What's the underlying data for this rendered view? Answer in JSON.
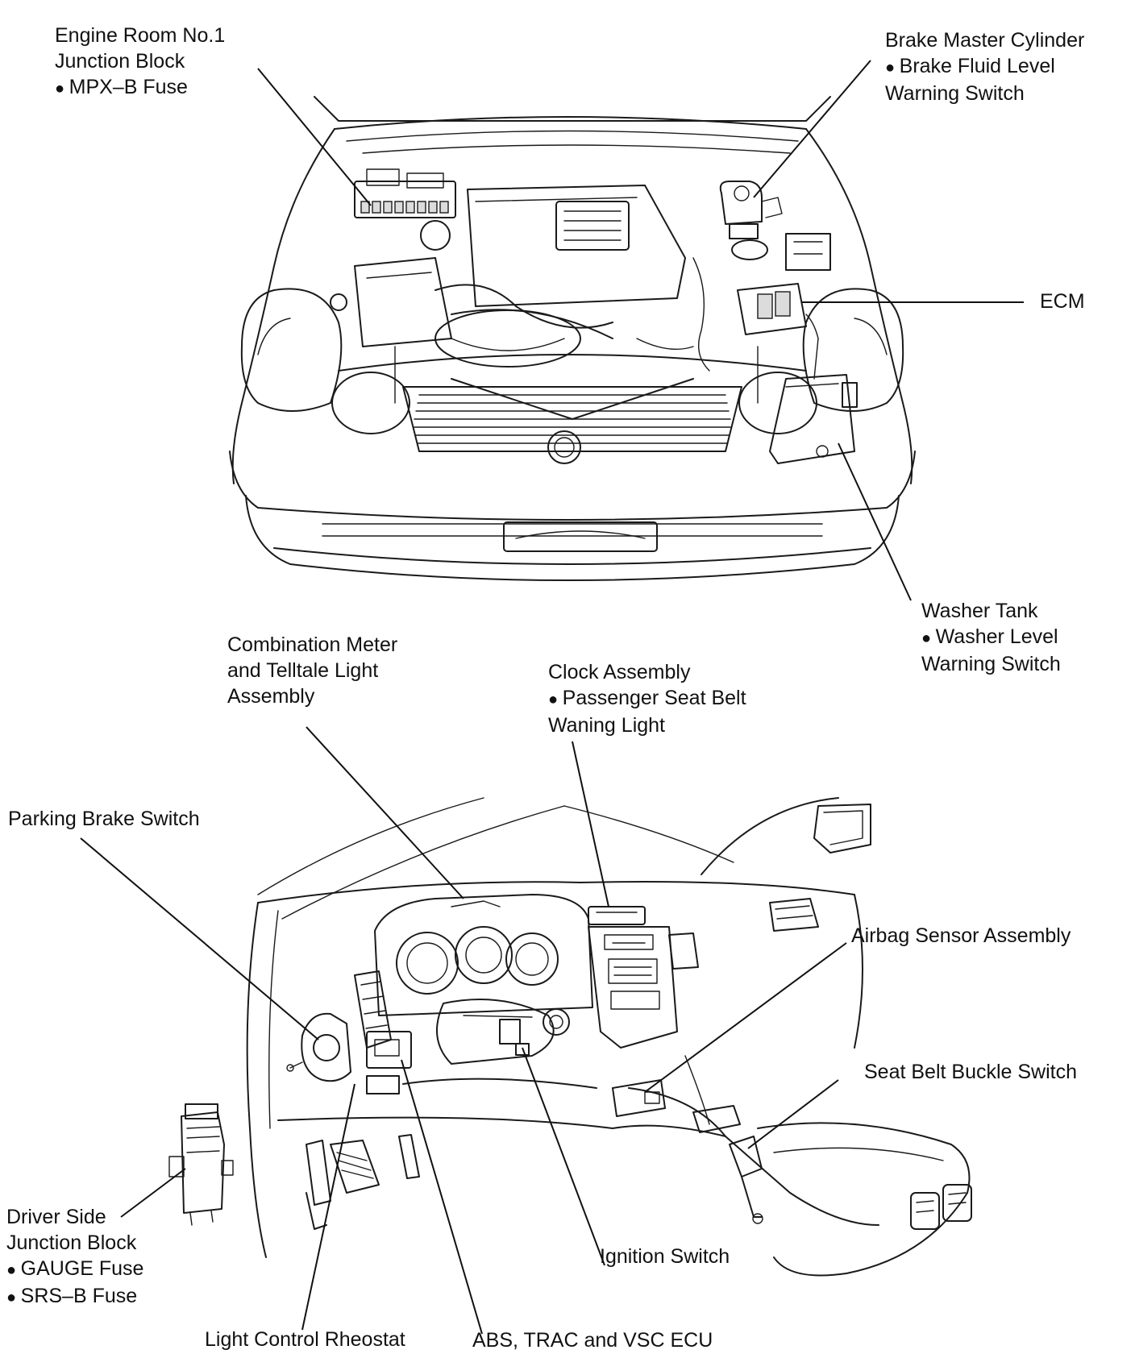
{
  "callouts": {
    "engine_room_jb": {
      "lines": [
        "Engine Room No.1",
        "Junction Block",
        "MPX–B Fuse"
      ]
    },
    "brake_master": {
      "lines": [
        "Brake Master Cylinder",
        "Brake Fluid Level",
        "Warning Switch"
      ]
    },
    "ecm": {
      "lines": [
        "ECM"
      ]
    },
    "washer_tank": {
      "lines": [
        "Washer Tank",
        "Washer Level",
        "Warning Switch"
      ]
    },
    "combination_meter": {
      "lines": [
        "Combination Meter",
        "and Telltale Light",
        "Assembly"
      ]
    },
    "clock_assembly": {
      "lines": [
        "Clock Assembly",
        "Passenger Seat Belt",
        "Waning Light"
      ]
    },
    "parking_brake": {
      "lines": [
        "Parking Brake Switch"
      ]
    },
    "airbag_sensor": {
      "lines": [
        "Airbag Sensor Assembly"
      ]
    },
    "seat_belt_buckle": {
      "lines": [
        "Seat Belt Buckle Switch"
      ]
    },
    "driver_side_jb": {
      "lines": [
        "Driver Side",
        "Junction Block",
        "GAUGE Fuse",
        "SRS–B Fuse"
      ]
    },
    "ignition_switch": {
      "lines": [
        "Ignition Switch"
      ]
    },
    "light_control": {
      "lines": [
        "Light Control Rheostat"
      ]
    },
    "abs_ecu": {
      "lines": [
        "ABS, TRAC and VSC ECU"
      ]
    }
  },
  "icons": {
    "bullet": "filled-circle-bullet"
  }
}
